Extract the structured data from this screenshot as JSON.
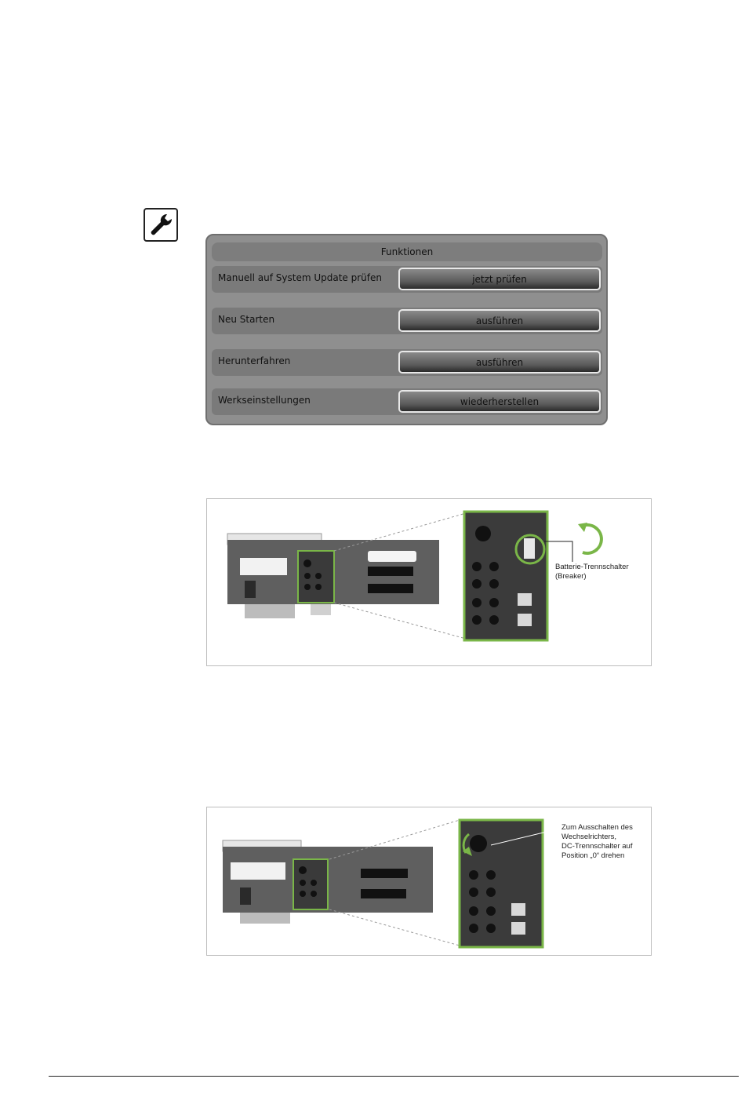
{
  "functions_panel": {
    "title": "Funktionen",
    "rows": [
      {
        "label": "Manuell auf System Update prüfen",
        "button": "jetzt prüfen"
      },
      {
        "label": "Neu Starten",
        "button": "ausführen"
      },
      {
        "label": "Herunterfahren",
        "button": "ausführen"
      },
      {
        "label": "Werkseinstellungen",
        "button": "wiederherstellen"
      }
    ]
  },
  "figure_breaker": {
    "caption_line1": "Batterie-Trennschalter",
    "caption_line2": "(Breaker)"
  },
  "figure_dc_switch": {
    "caption_line1": "Zum Ausschalten des",
    "caption_line2": "Wechselrichters,",
    "caption_line3": "DC-Trennschalter auf",
    "caption_line4": "Position „0“ drehen"
  },
  "colors": {
    "highlight_green": "#7ab648",
    "panel_gray": "#8f8f8f"
  },
  "icons": [
    "wrench-icon",
    "rotate-arrow-icon"
  ]
}
